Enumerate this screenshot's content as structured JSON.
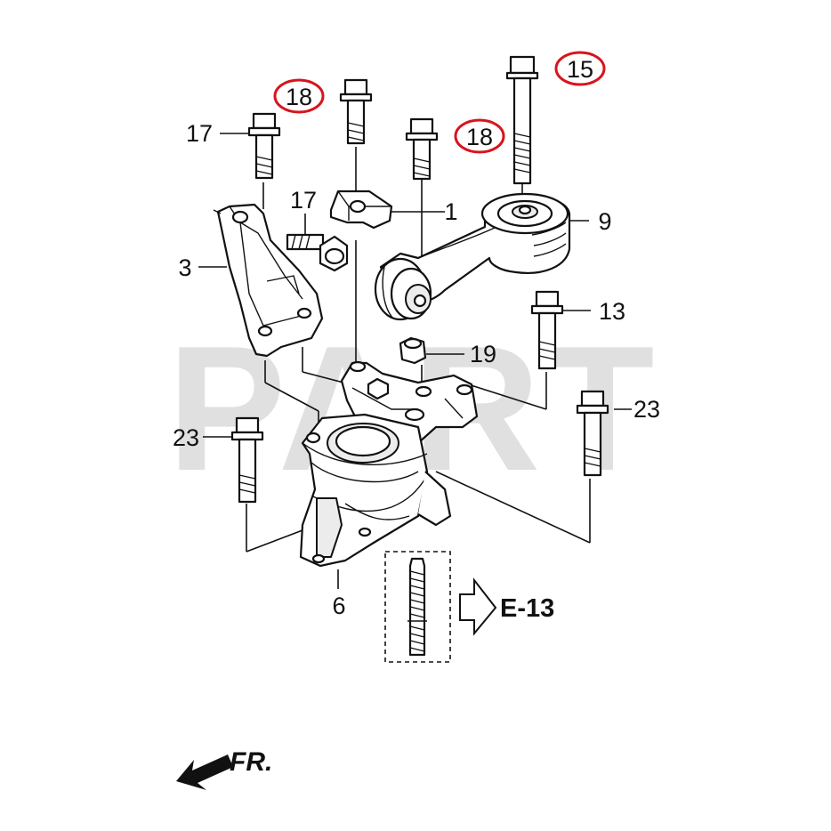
{
  "watermark": "PART",
  "callouts": {
    "c15": "15",
    "c18a": "18",
    "c18b": "18",
    "c17a": "17",
    "c17b": "17",
    "c1": "1",
    "c9": "9",
    "c3": "3",
    "c13": "13",
    "c19": "19",
    "c23a": "23",
    "c23b": "23",
    "c6": "6"
  },
  "reference": "E-13",
  "front_label": "FR.",
  "colors": {
    "highlight": "#d8141c",
    "line": "#111111",
    "watermark": "#e0e0e0"
  }
}
